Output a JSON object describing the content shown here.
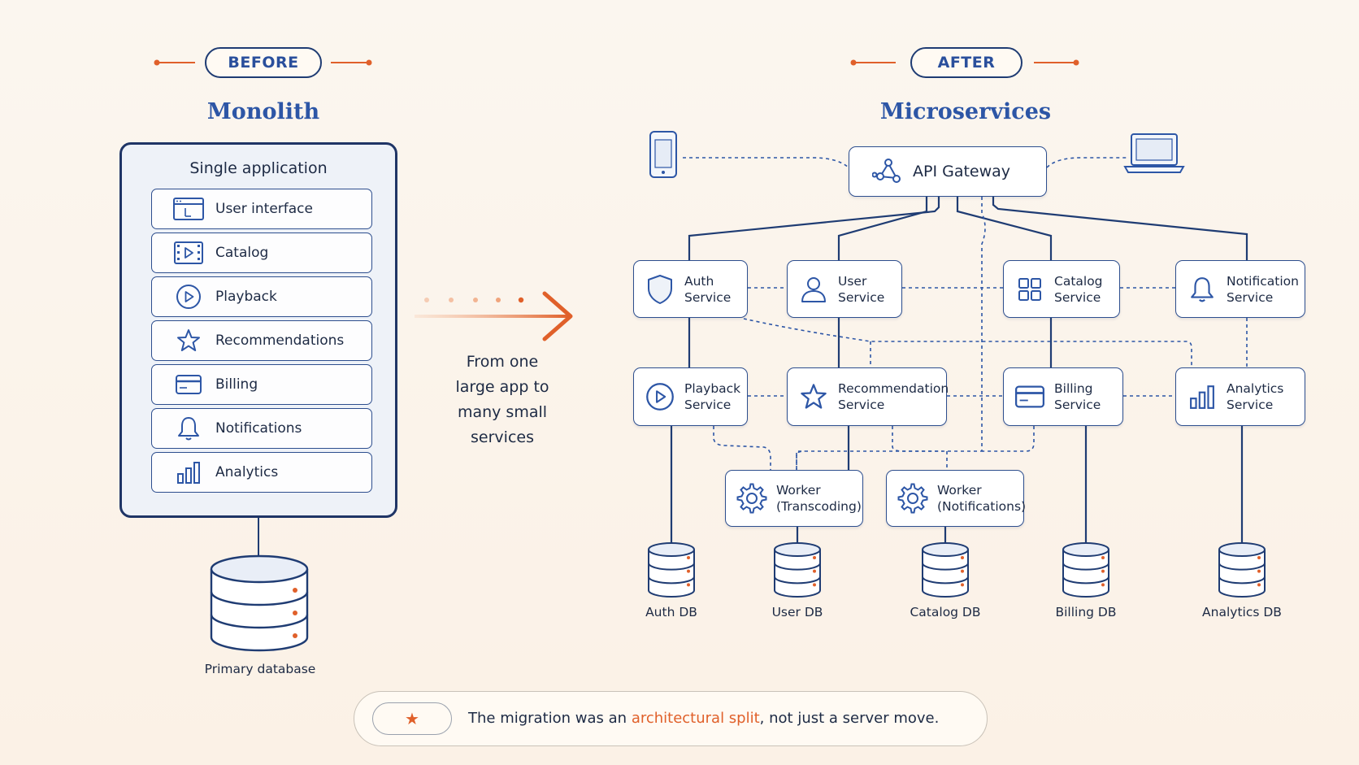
{
  "before": {
    "pill": "BEFORE",
    "heading": "Monolith",
    "container_title": "Single application",
    "modules": [
      {
        "label": "User interface",
        "icon": "window-icon"
      },
      {
        "label": "Catalog",
        "icon": "film-icon"
      },
      {
        "label": "Playback",
        "icon": "play-icon"
      },
      {
        "label": "Recommendations",
        "icon": "star-icon"
      },
      {
        "label": "Billing",
        "icon": "card-icon"
      },
      {
        "label": "Notifications",
        "icon": "bell-icon"
      },
      {
        "label": "Analytics",
        "icon": "bar-chart-icon"
      }
    ],
    "database_label": "Primary database"
  },
  "transition": {
    "text_lines": [
      "From one",
      "large app to",
      "many small",
      "services"
    ]
  },
  "after": {
    "pill": "AFTER",
    "heading": "Microservices",
    "gateway": "API Gateway",
    "services": {
      "auth": "Auth\nService",
      "user": "User\nService",
      "catalog": "Catalog\nService",
      "notification": "Notification\nService",
      "playback": "Playback\nService",
      "recommendation": "Recommendation\nService",
      "billing": "Billing\nService",
      "analytics": "Analytics\nService",
      "worker_transcoding": "Worker\n(Transcoding)",
      "worker_notifications": "Worker\n(Notifications)"
    },
    "databases": {
      "auth": "Auth DB",
      "user": "User DB",
      "catalog": "Catalog DB",
      "billing": "Billing DB",
      "analytics": "Analytics DB"
    }
  },
  "footer": {
    "prefix": "The migration was an ",
    "highlight": "architectural split",
    "suffix": ", not just a server move."
  },
  "colors": {
    "navy": "#1f3c73",
    "blue": "#2d56a6",
    "accent": "#e0602a"
  }
}
